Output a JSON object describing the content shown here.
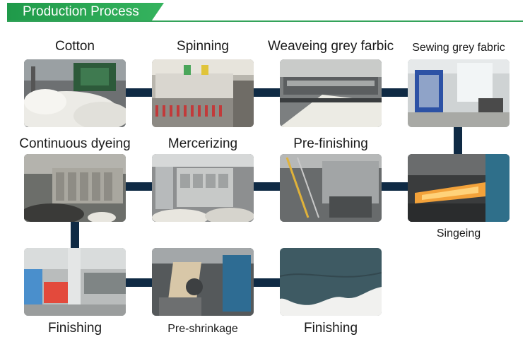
{
  "header": {
    "title": "Production Process"
  },
  "steps": [
    {
      "label": "Cotton"
    },
    {
      "label": "Spinning"
    },
    {
      "label": "Weaveing grey farbic"
    },
    {
      "label": "Sewing grey fabric"
    },
    {
      "label": "Continuous dyeing"
    },
    {
      "label": "Mercerizing"
    },
    {
      "label": "Pre-finishing"
    },
    {
      "label": "Singeing"
    },
    {
      "label": "Finishing"
    },
    {
      "label": "Pre-shrinkage"
    },
    {
      "label": "Finishing"
    }
  ],
  "colors": {
    "header_green": "#2aa852",
    "connector": "#0f2a44"
  }
}
